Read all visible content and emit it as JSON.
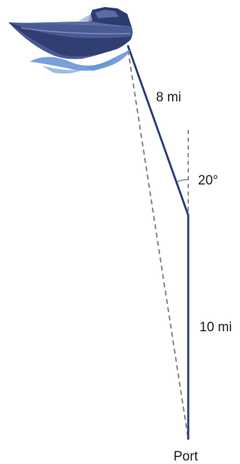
{
  "labels": {
    "leg1": "8 mi",
    "angle": "20°",
    "leg2": "10 mi",
    "port": "Port"
  },
  "colors": {
    "path": "#2a3f7a",
    "dashed": "#808080",
    "hull": "#4a5a92",
    "hull_dark": "#2e3b6e",
    "deck": "#5b6ba3",
    "water": "#5f8fd6"
  },
  "icons": {
    "boat": "speedboat-icon",
    "water": "water-splash-icon"
  }
}
